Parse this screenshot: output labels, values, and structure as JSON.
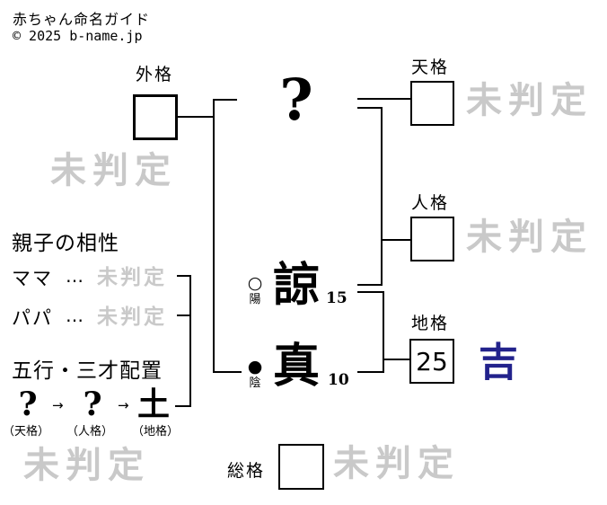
{
  "header": {
    "title": "赤ちゃん命名ガイド",
    "copyright": "© 2025 b-name.jp"
  },
  "kaku": {
    "gaikaku": {
      "label": "外格",
      "result": "未判定"
    },
    "tenkaku": {
      "label": "天格",
      "result": "未判定"
    },
    "jinkaku": {
      "label": "人格",
      "result": "未判定"
    },
    "chikaku": {
      "label": "地格",
      "value": "25",
      "result": "吉"
    },
    "soukaku": {
      "label": "総格",
      "result": "未判定"
    }
  },
  "name": {
    "surname_char": "?",
    "given_chars": [
      {
        "char": "諒",
        "strokes": "15",
        "inyo_symbol": "○",
        "inyo_label": "陽"
      },
      {
        "char": "真",
        "strokes": "10",
        "inyo_symbol": "●",
        "inyo_label": "陰"
      }
    ]
  },
  "compatibility": {
    "title": "親子の相性",
    "rows": [
      {
        "label": "ママ",
        "dots": "…",
        "result": "未判定"
      },
      {
        "label": "パパ",
        "dots": "…",
        "result": "未判定"
      }
    ]
  },
  "gogyo": {
    "title": "五行・三才配置",
    "arrow": "→",
    "result": "未判定",
    "items": [
      {
        "symbol": "?",
        "label": "（天格）"
      },
      {
        "symbol": "?",
        "label": "（人格）"
      },
      {
        "symbol": "土",
        "label": "（地格）"
      }
    ]
  },
  "colors": {
    "good_result": "#22228c",
    "watermark": "#c9c9c9"
  }
}
